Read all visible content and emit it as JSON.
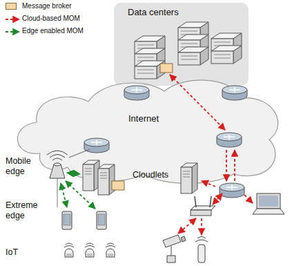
{
  "diagram": {
    "nodes": [
      {
        "text": [
          "Data centers"
        ]
      },
      {
        "text": [
          "Internet"
        ]
      }
    ],
    "labels": [
      "Mobile edge",
      "Extreme edge",
      "IoT",
      "Cloudlets"
    ],
    "legend": [
      {
        "text": "Message broker",
        "color": "#f5d7a8"
      },
      {
        "text": "Cloud-based MOM"
      },
      {
        "text": "Edge enabled MOM"
      }
    ]
  }
}
